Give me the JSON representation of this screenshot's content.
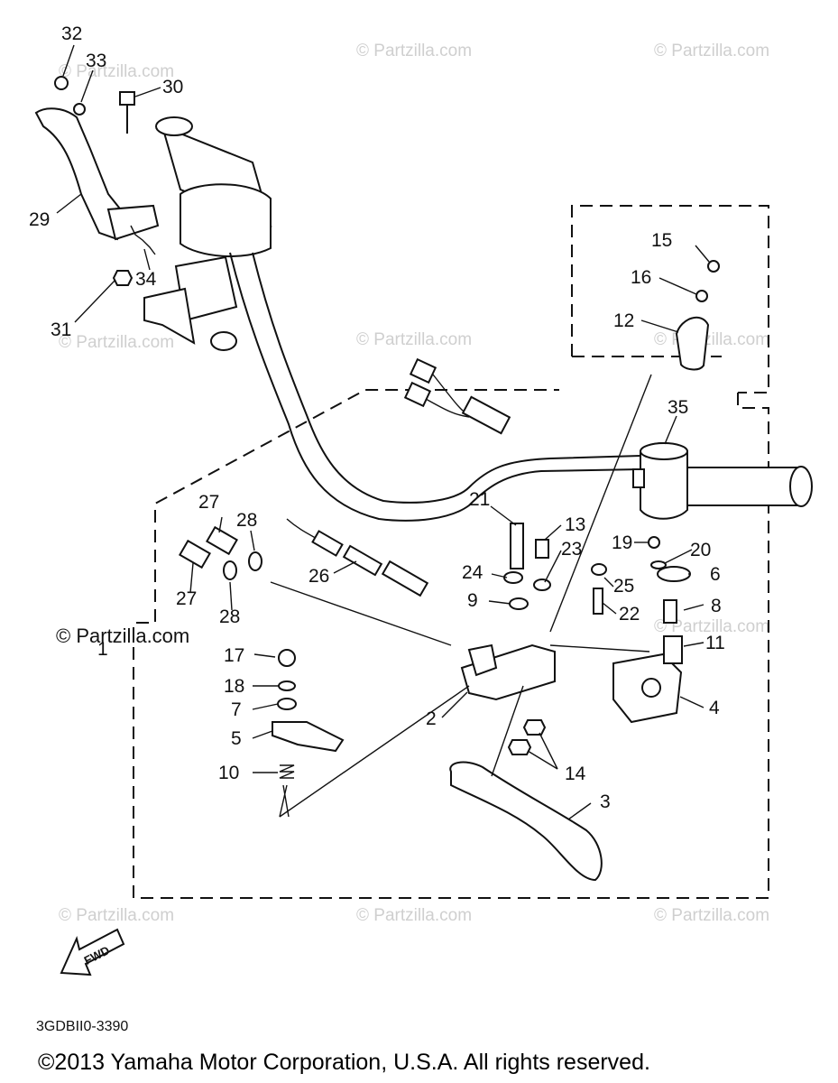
{
  "watermarks": [
    "© Partzilla.com",
    "© Partzilla.com",
    "© Partzilla.com",
    "© Partzilla.com",
    "© Partzilla.com",
    "© Partzilla.com",
    "© Partzilla.com",
    "© Partzilla.com",
    "© Partzilla.com",
    "© Partzilla.com"
  ],
  "watermark_dark": "© Partzilla.com",
  "part_labels": {
    "p1": "1",
    "p2": "2",
    "p3": "3",
    "p4": "4",
    "p5": "5",
    "p6": "6",
    "p7": "7",
    "p8": "8",
    "p9": "9",
    "p10": "10",
    "p11": "11",
    "p12": "12",
    "p13": "13",
    "p14": "14",
    "p15": "15",
    "p16": "16",
    "p17": "17",
    "p18": "18",
    "p19": "19",
    "p20": "20",
    "p21": "21",
    "p22": "22",
    "p23": "23",
    "p24": "24",
    "p25": "25",
    "p26": "26",
    "p27a": "27",
    "p27b": "27",
    "p28a": "28",
    "p28b": "28",
    "p29": "29",
    "p30": "30",
    "p31": "31",
    "p32": "32",
    "p33": "33",
    "p34": "34",
    "p35": "35"
  },
  "fwd_label": "FWD",
  "diagram_code": "3GDBII0-3390",
  "copyright": "©2013 Yamaha Motor Corporation, U.S.A. All rights reserved."
}
